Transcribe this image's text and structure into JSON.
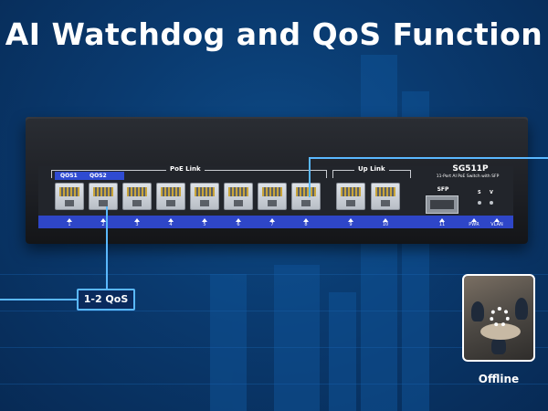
{
  "headline": "AI Watchdog and QoS Function",
  "device": {
    "poe_link_label": "PoE Link",
    "up_link_label": "Up Link",
    "qos_tags": [
      "QOS1",
      "QOS2"
    ],
    "model": "SG511P",
    "model_desc": "11-Port AI PoE Switch with SFP",
    "sfp_label": "SFP",
    "switch_letters": [
      "S",
      "V"
    ],
    "port_numbers": [
      "1",
      "2",
      "3",
      "4",
      "5",
      "6",
      "7",
      "8",
      "9",
      "10",
      "11"
    ],
    "indicators": [
      "PWR",
      "VLAN"
    ]
  },
  "callouts": {
    "qos_label": "1-2 QoS"
  },
  "thumbnail": {
    "status_label": "Offline"
  },
  "colors": {
    "background": "#0a3a6f",
    "accent_blue": "#2e46c8",
    "callout_line": "#5ab8ff"
  }
}
